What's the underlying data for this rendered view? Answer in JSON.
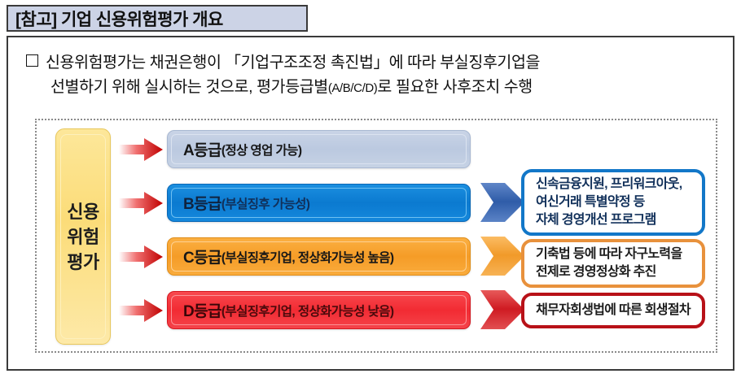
{
  "title": {
    "text": "[참고] 기업 신용위험평가 개요"
  },
  "paragraph": {
    "bullet": "□",
    "line1": "신용위험평가는 채권은행이 「기업구조조정 촉진법」에 따라 부실징후기업을",
    "line2_a": "선별하기 위해 실시하는 것으로, 평가등급별",
    "line2_grades": "(A/B/C/D)",
    "line2_b": "로 필요한 사후조치 수행"
  },
  "diagram": {
    "source": {
      "line1": "신용",
      "line2": "위험",
      "line3": "평가"
    },
    "arrows": {
      "left_label": "red-right-arrow",
      "mid_label": "chevron-right-arrow"
    },
    "grades": [
      {
        "id": "a",
        "label": "A등급",
        "note": "(정상 영업 가능)",
        "color": "#bbc9e0"
      },
      {
        "id": "b",
        "label": "B등급",
        "note": "(부실징후 가능성)",
        "color": "#0b7ad0"
      },
      {
        "id": "c",
        "label": "C등급",
        "note": "(부실징후기업, 정상화가능성 높음)",
        "color": "#f59c27"
      },
      {
        "id": "d",
        "label": "D등급",
        "note": "(부실징후기업, 정상화가능성 낮음)",
        "color": "#f22b33"
      }
    ],
    "outcomes": [
      {
        "id": "b",
        "border_color": "#1277c8",
        "line1": "신속금융지원, 프리워크아웃,",
        "line2": "여신거래 특별약정 등",
        "line3": "자체 경영개선 프로그램"
      },
      {
        "id": "c",
        "border_color": "#e8913c",
        "line1": "기축법 등에 따라 자구노력을",
        "line2": "전제로 경영정상화 추진",
        "line3": ""
      },
      {
        "id": "d",
        "border_color": "#b81118",
        "line1": "채무자회생법에 따른  회생절차",
        "line2": "",
        "line3": ""
      }
    ]
  }
}
